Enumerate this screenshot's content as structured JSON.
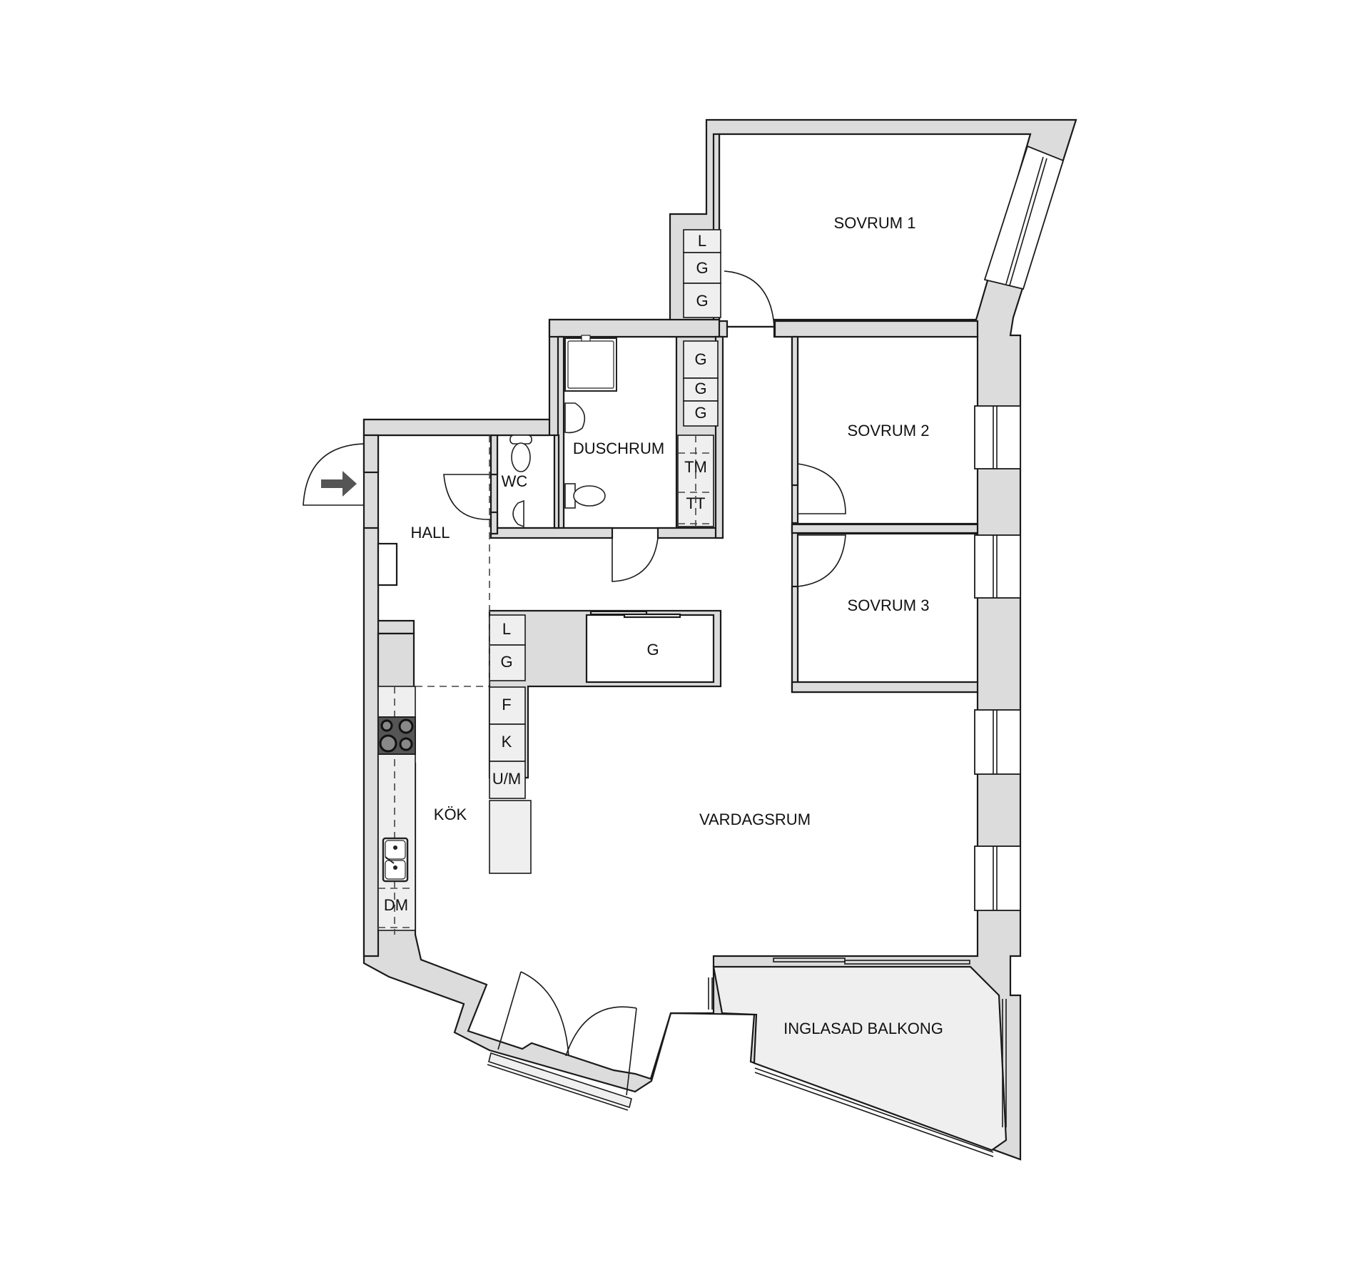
{
  "plan": {
    "title": "Apartment floor plan",
    "colors": {
      "wall": "#dcdcdc",
      "outline": "#1a1a1a",
      "fixture": "#efefef",
      "balcony": "#efefef",
      "arrow": "#555555"
    },
    "rooms": {
      "sovrum1": "SOVRUM 1",
      "sovrum2": "SOVRUM 2",
      "sovrum3": "SOVRUM 3",
      "duschrum": "DUSCHRUM",
      "wc": "WC",
      "hall": "HALL",
      "kok": "KÖK",
      "vardagsrum": "VARDAGSRUM",
      "balkong": "INGLASAD BALKONG"
    },
    "storage": {
      "sov1_column": [
        "L",
        "G",
        "G"
      ],
      "corridor_column": [
        "G",
        "G",
        "G"
      ],
      "laundry": [
        "TM",
        "TT"
      ],
      "hall_column": [
        "L",
        "G"
      ],
      "closet": "G",
      "kitchen_column": [
        "F",
        "K",
        "U/M"
      ],
      "dishwasher": "DM"
    },
    "icons": [
      "entrance-arrow-icon",
      "hob-icon",
      "sink-icon",
      "toilet-icon",
      "washbasin-icon",
      "shower-icon"
    ]
  }
}
